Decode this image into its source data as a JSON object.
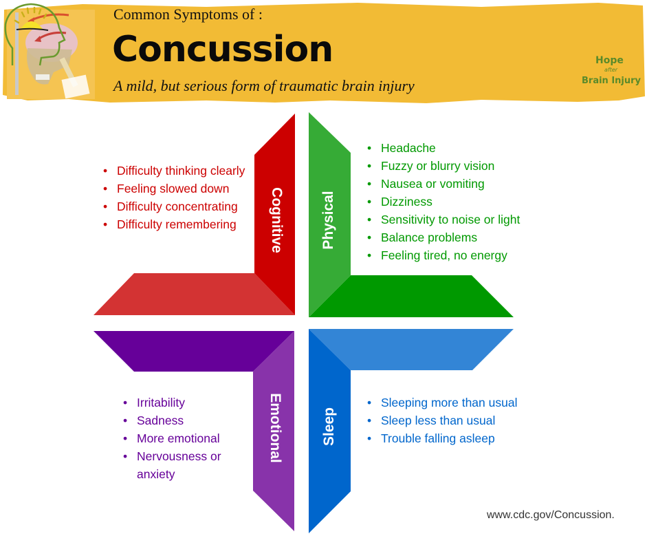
{
  "header": {
    "subtitle_top": "Common Symptoms of :",
    "title": "Concussion",
    "tagline": "A mild, but serious form of traumatic brain injury",
    "banner_color": "#f2bb35"
  },
  "logo": {
    "line1": "Hope",
    "line2": "after",
    "line3": "Brain Injury",
    "color": "#5a8a2a"
  },
  "categories": [
    {
      "name": "Cognitive",
      "color": "#cc0000",
      "symptoms": [
        "Difficulty thinking clearly",
        "Feeling slowed down",
        "Difficulty concentrating",
        "Difficulty remembering"
      ]
    },
    {
      "name": "Physical",
      "color": "#009900",
      "symptoms": [
        "Headache",
        "Fuzzy or blurry vision",
        "Nausea or vomiting",
        "Dizziness",
        "Sensitivity to noise or light",
        "Balance problems",
        "Feeling tired, no energy"
      ]
    },
    {
      "name": "Emotional",
      "color": "#660099",
      "symptoms": [
        "Irritability",
        "Sadness",
        "More emotional",
        "Nervousness or anxiety"
      ]
    },
    {
      "name": "Sleep",
      "color": "#0066cc",
      "symptoms": [
        "Sleeping more than usual",
        "Sleep less than usual",
        "Trouble falling asleep"
      ]
    }
  ],
  "footer": {
    "source": "www.cdc.gov/Concussion."
  }
}
